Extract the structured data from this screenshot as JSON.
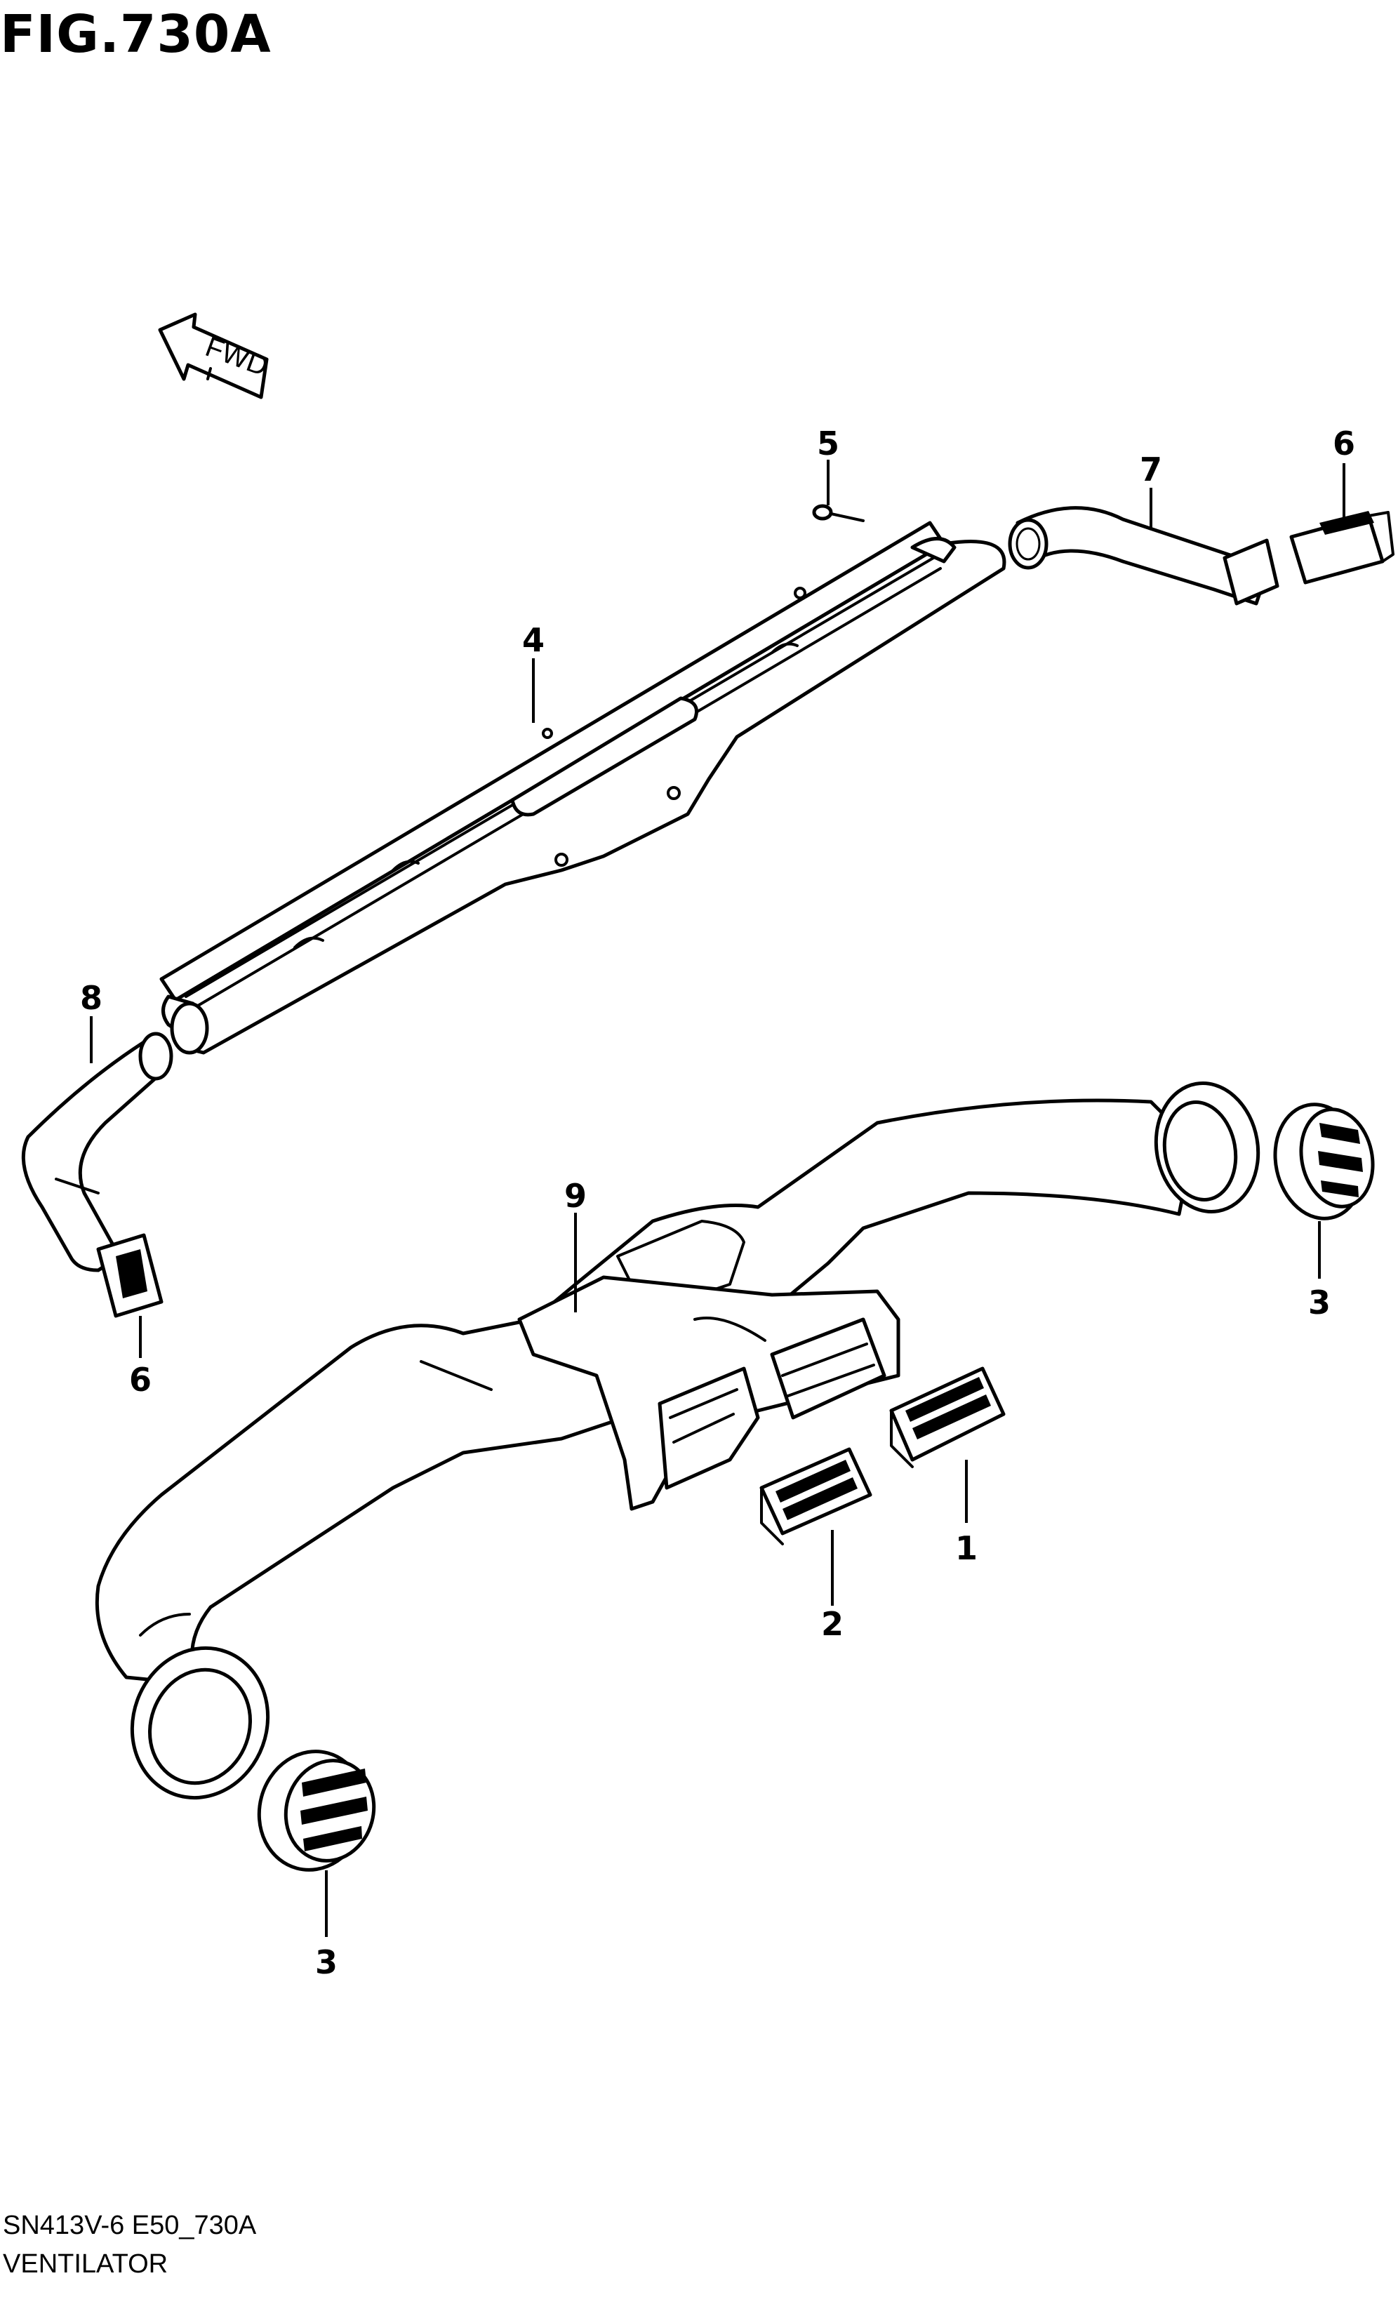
{
  "figure": {
    "title": "FIG.730A"
  },
  "orientation": {
    "arrow_label": "FWD"
  },
  "footer": {
    "code": "SN413V-6 E50_730A",
    "name": "VENTILATOR"
  },
  "callouts": [
    {
      "id": "p1",
      "label": "1"
    },
    {
      "id": "p2",
      "label": "2"
    },
    {
      "id": "p3a",
      "label": "3"
    },
    {
      "id": "p3b",
      "label": "3"
    },
    {
      "id": "p4",
      "label": "4"
    },
    {
      "id": "p5",
      "label": "5"
    },
    {
      "id": "p6a",
      "label": "6"
    },
    {
      "id": "p6b",
      "label": "6"
    },
    {
      "id": "p7",
      "label": "7"
    },
    {
      "id": "p8",
      "label": "8"
    },
    {
      "id": "p9",
      "label": "9"
    }
  ]
}
